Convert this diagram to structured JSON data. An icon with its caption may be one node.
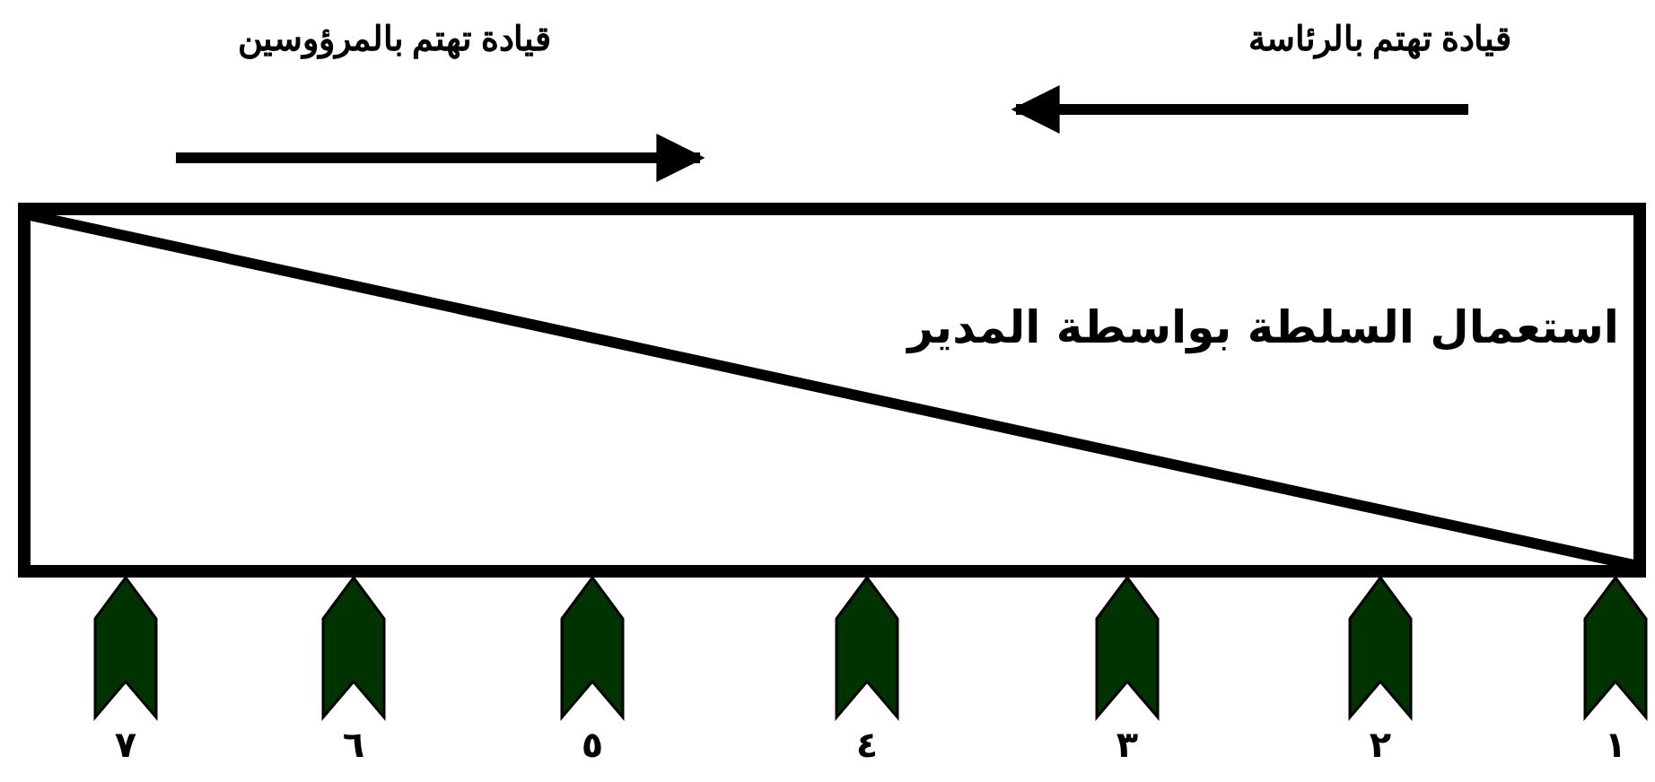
{
  "diagram": {
    "nodes": [
      {
        "text": [
          "استعمال السلطة بواسطة المدير"
        ]
      },
      {
        "text": [],
        "shape": "chevron",
        "beside": [
          "٧"
        ]
      },
      {
        "text": [],
        "shape": "chevron",
        "beside": [
          "٦"
        ]
      },
      {
        "text": [],
        "shape": "chevron",
        "beside": [
          "٥"
        ]
      },
      {
        "text": [],
        "shape": "chevron",
        "beside": [
          "٤"
        ]
      },
      {
        "text": [],
        "shape": "chevron",
        "beside": [
          "٣"
        ]
      },
      {
        "text": [],
        "shape": "chevron",
        "beside": [
          "٢"
        ]
      },
      {
        "text": [],
        "shape": "chevron",
        "beside": [
          "١"
        ]
      }
    ],
    "labels": [
      "قيادة تهتم بالرئاسة",
      "قيادة تهتم بالمرؤوسين"
    ]
  }
}
